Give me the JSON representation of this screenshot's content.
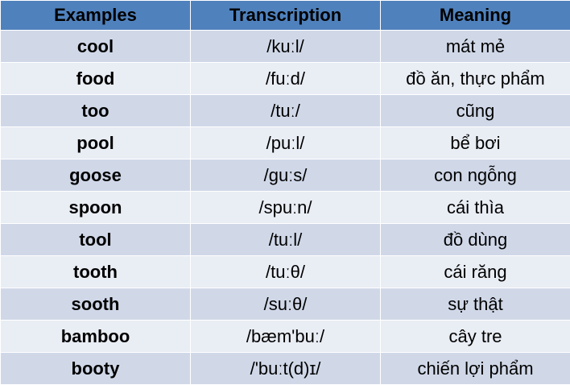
{
  "table": {
    "headers": [
      "Examples",
      "Transcription",
      "Meaning"
    ],
    "rows": [
      [
        "cool",
        "/kuːl/",
        "mát mẻ"
      ],
      [
        "food",
        "/fuːd/",
        "đồ ăn, thực phẩm"
      ],
      [
        "too",
        "/tuː/",
        "cũng"
      ],
      [
        "pool",
        "/puːl/",
        "bể bơi"
      ],
      [
        "goose",
        "/guːs/",
        "con ngỗng"
      ],
      [
        "spoon",
        "/spuːn/",
        "cái thìa"
      ],
      [
        "tool",
        "/tuːl/",
        "đồ dùng"
      ],
      [
        "tooth",
        "/tuːθ/",
        "cái răng"
      ],
      [
        "sooth",
        "/suːθ/",
        "sự thật"
      ],
      [
        "bamboo",
        "/bæm'buː/",
        "cây tre"
      ],
      [
        "booty",
        "/'buːt(d)ɪ/",
        "chiến lợi phẩm"
      ]
    ]
  },
  "colors": {
    "header_bg": "#4f81bd",
    "row_odd_bg": "#d0d8e8",
    "row_even_bg": "#e9edf4",
    "border": "#ffffff"
  }
}
